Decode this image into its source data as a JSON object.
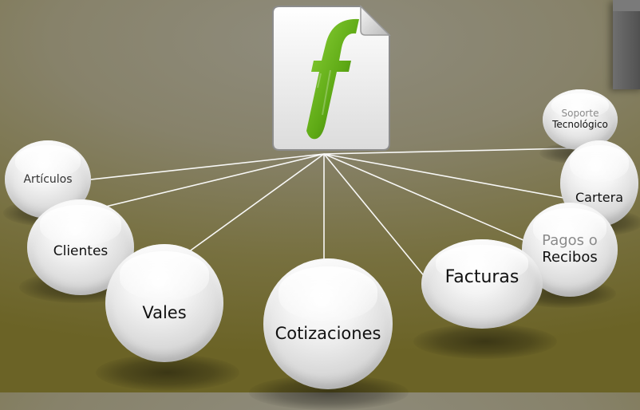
{
  "diagram": {
    "hub_icon": "green-f-document-icon",
    "accent_color": "#5ea915",
    "nodes": {
      "soporte": {
        "line1": "Soporte",
        "line2": "Tecnológico"
      },
      "articulos": {
        "label": "Artículos"
      },
      "cartera": {
        "label": "Cartera"
      },
      "clientes": {
        "label": "Clientes"
      },
      "pagos": {
        "line1": "Pagos o",
        "line2": "Recibos"
      },
      "vales": {
        "label": "Vales"
      },
      "facturas": {
        "label": "Facturas"
      },
      "cotizaciones": {
        "label": "Cotizaciones"
      }
    }
  }
}
